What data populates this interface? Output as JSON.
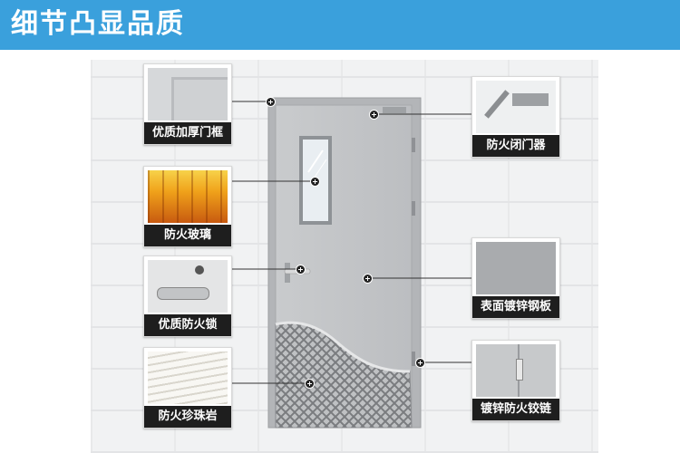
{
  "header": {
    "title": "细节凸显品质",
    "color": "#3aa0dc"
  },
  "features": {
    "frame": "优质加厚门框",
    "closer": "防火闭门器",
    "glass": "防火玻璃",
    "plate": "表面镀锌钢板",
    "lock": "优质防火锁",
    "rock": "防火珍珠岩",
    "hinge": "镀锌防火铰链"
  },
  "icons": {
    "marker": "plus-dot-icon"
  }
}
